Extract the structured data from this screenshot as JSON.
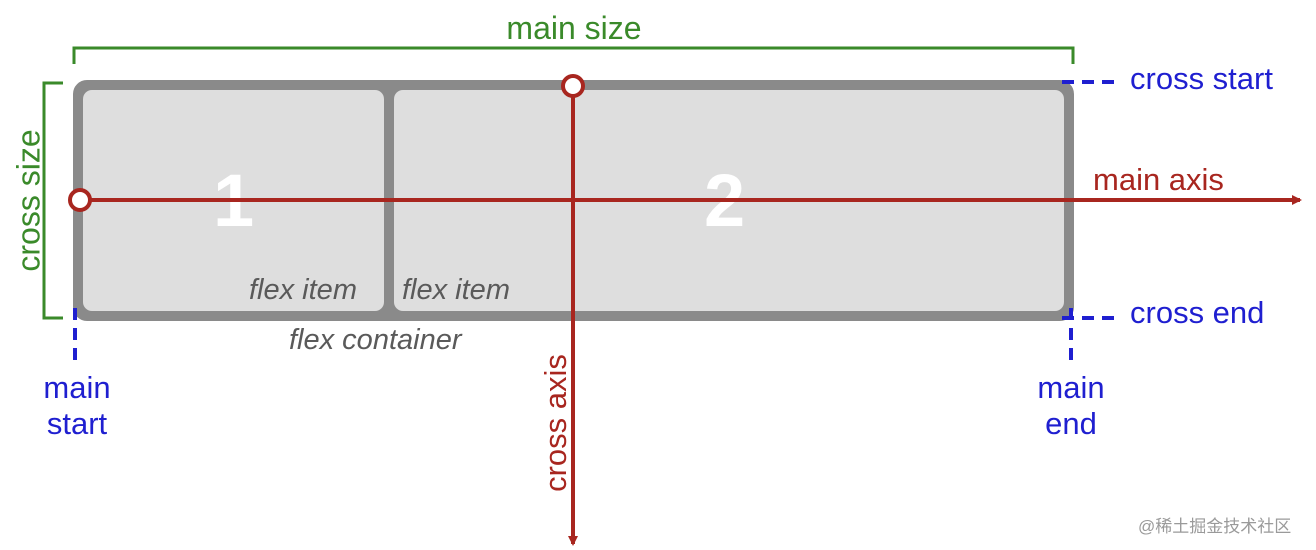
{
  "colors": {
    "container_border": "#8a8a8a",
    "item_fill": "#dedede",
    "axis_red": "#a8261f",
    "size_green": "#3a8a2a",
    "edge_blue": "#1f1fd0",
    "label_gray": "#5a5a5a"
  },
  "labels": {
    "main_size": "main size",
    "cross_size": "cross size",
    "cross_start": "cross start",
    "cross_end": "cross end",
    "main_axis": "main axis",
    "cross_axis": "cross axis",
    "main_start_line1": "main",
    "main_start_line2": "start",
    "main_end_line1": "main",
    "main_end_line2": "end",
    "flex_container": "flex container",
    "flex_item_1": "flex item",
    "flex_item_2": "flex item"
  },
  "items": [
    {
      "number": "1"
    },
    {
      "number": "2"
    }
  ],
  "watermark": "@稀土掘金技术社区"
}
